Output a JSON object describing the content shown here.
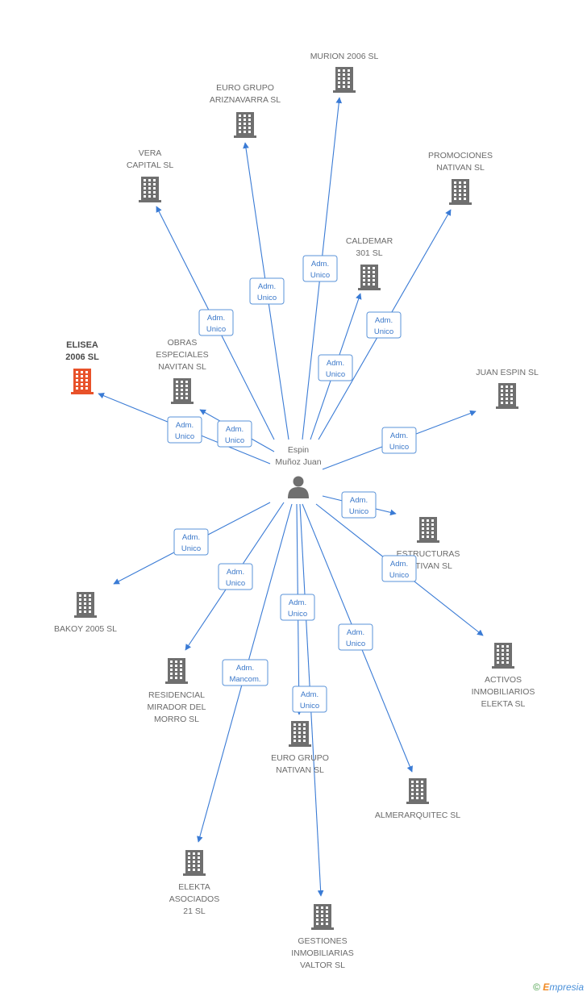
{
  "colors": {
    "edge": "#3a7bd5",
    "building": "#6f6f6f",
    "focus_building": "#e8522a",
    "person": "#6f6f6f",
    "badge_border": "#5a93d8",
    "badge_text": "#3b78c9"
  },
  "center": {
    "name_line1": "Espin",
    "name_line2": "Muñoz Juan",
    "icon": "person-icon"
  },
  "companies": [
    {
      "id": "murion",
      "lines": [
        "MURION 2006 SL"
      ],
      "focus": false
    },
    {
      "id": "euro-grupo-ariz",
      "lines": [
        "EURO GRUPO",
        "ARIZNAVARRA SL"
      ],
      "focus": false
    },
    {
      "id": "vera",
      "lines": [
        "VERA",
        "CAPITAL SL"
      ],
      "focus": false
    },
    {
      "id": "promociones",
      "lines": [
        "PROMOCIONES",
        "NATIVAN SL"
      ],
      "focus": false
    },
    {
      "id": "caldemar",
      "lines": [
        "CALDEMAR",
        "301 SL"
      ],
      "focus": false
    },
    {
      "id": "elisea",
      "lines": [
        "ELISEA",
        "2006 SL"
      ],
      "focus": true
    },
    {
      "id": "obras",
      "lines": [
        "OBRAS",
        "ESPECIALES",
        "NAVITAN SL"
      ],
      "focus": false
    },
    {
      "id": "juan-espin",
      "lines": [
        "JUAN ESPIN SL"
      ],
      "focus": false
    },
    {
      "id": "estructuras",
      "lines": [
        "ESTRUCTURAS",
        "NATIVAN SL"
      ],
      "focus": false
    },
    {
      "id": "bakoy",
      "lines": [
        "BAKOY 2005 SL"
      ],
      "focus": false
    },
    {
      "id": "activos",
      "lines": [
        "ACTIVOS",
        "INMOBILIARIOS",
        "ELEKTA SL"
      ],
      "focus": false
    },
    {
      "id": "residencial",
      "lines": [
        "RESIDENCIAL",
        "MIRADOR DEL",
        "MORRO SL"
      ],
      "focus": false
    },
    {
      "id": "euro-grupo-nat",
      "lines": [
        "EURO GRUPO",
        "NATIVAN SL"
      ],
      "focus": false
    },
    {
      "id": "almerarquitec",
      "lines": [
        "ALMERARQUITEC SL"
      ],
      "focus": false
    },
    {
      "id": "elekta",
      "lines": [
        "ELEKTA",
        "ASOCIADOS",
        "21 SL"
      ],
      "focus": false
    },
    {
      "id": "gestiones",
      "lines": [
        "GESTIONES",
        "INMOBILIARIAS",
        "VALTOR SL"
      ],
      "focus": false
    }
  ],
  "relations": [
    {
      "to": "murion",
      "label": [
        "Adm.",
        "Unico"
      ]
    },
    {
      "to": "euro-grupo-ariz",
      "label": [
        "Adm.",
        "Unico"
      ]
    },
    {
      "to": "vera",
      "label": [
        "Adm.",
        "Unico"
      ]
    },
    {
      "to": "promociones",
      "label": [
        "Adm.",
        "Unico"
      ]
    },
    {
      "to": "caldemar",
      "label": [
        "Adm.",
        "Unico"
      ]
    },
    {
      "to": "elisea",
      "label": [
        "Adm.",
        "Unico"
      ]
    },
    {
      "to": "obras",
      "label": [
        "Adm.",
        "Unico"
      ]
    },
    {
      "to": "juan-espin",
      "label": [
        "Adm.",
        "Unico"
      ]
    },
    {
      "to": "estructuras",
      "label": [
        "Adm.",
        "Unico"
      ]
    },
    {
      "to": "bakoy",
      "label": [
        "Adm.",
        "Unico"
      ]
    },
    {
      "to": "activos",
      "label": [
        "Adm.",
        "Unico"
      ]
    },
    {
      "to": "residencial",
      "label": [
        "Adm.",
        "Unico"
      ]
    },
    {
      "to": "euro-grupo-nat",
      "label": [
        "Adm.",
        "Unico"
      ]
    },
    {
      "to": "almerarquitec",
      "label": [
        "Adm.",
        "Unico"
      ]
    },
    {
      "to": "elekta",
      "label": [
        "Adm.",
        "Mancom."
      ]
    },
    {
      "to": "gestiones",
      "label": [
        "Adm.",
        "Unico"
      ]
    }
  ],
  "watermark": {
    "copyright": "©",
    "brand_first": "E",
    "brand_rest": "mpresia"
  }
}
